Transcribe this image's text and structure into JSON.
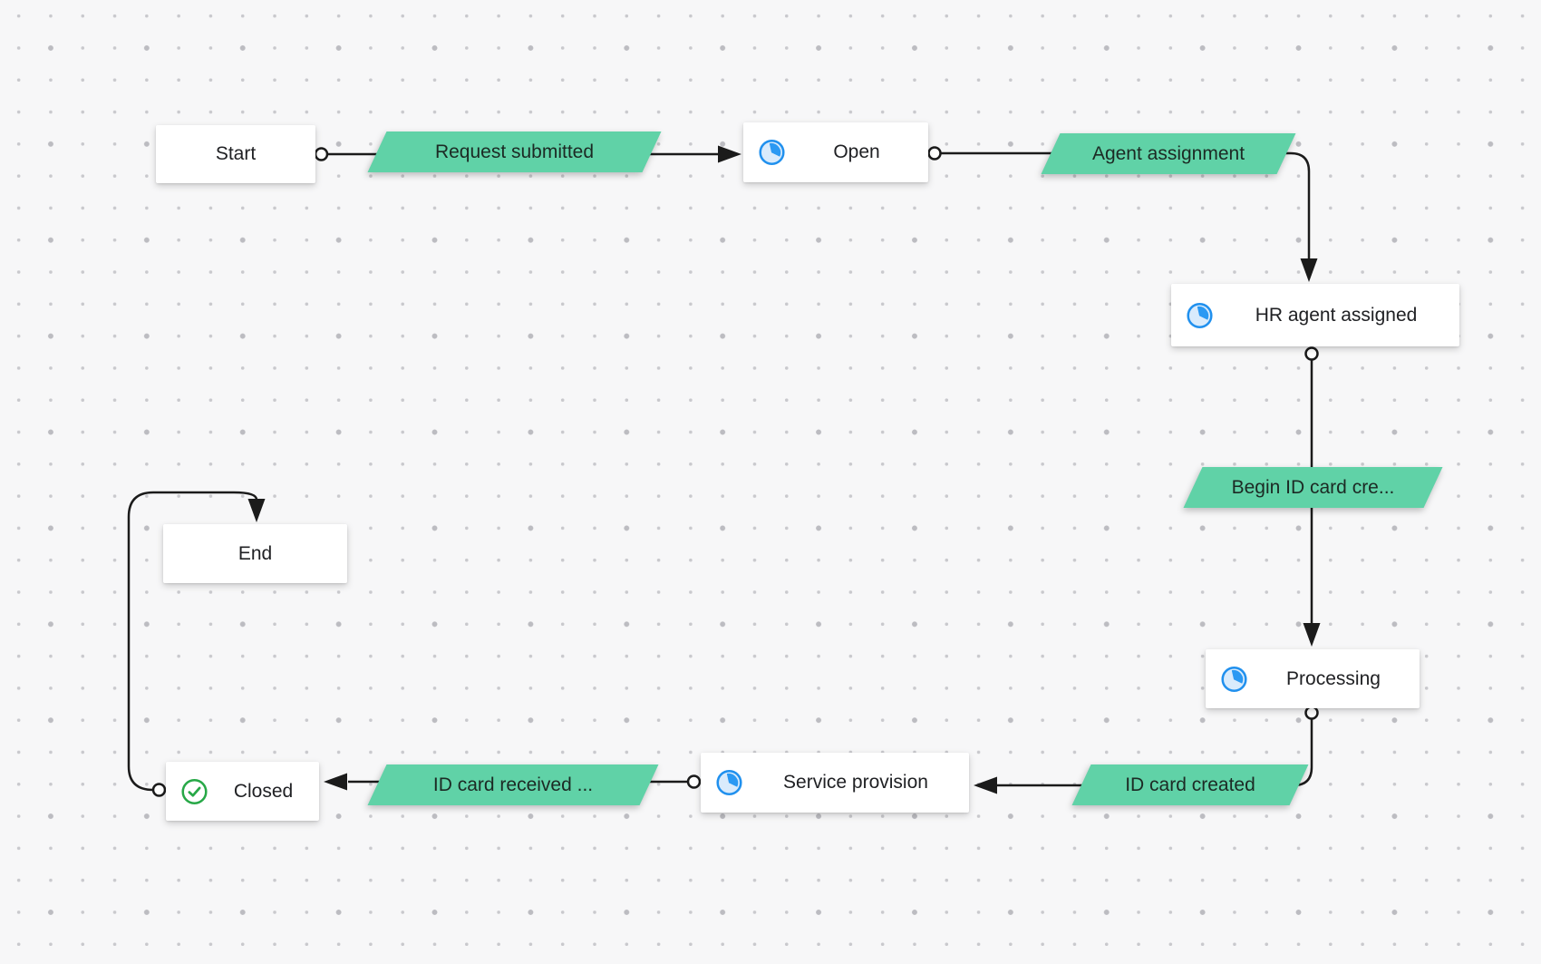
{
  "diagram": {
    "type": "workflow state flow",
    "states": {
      "start": {
        "label": "Start"
      },
      "open": {
        "label": "Open",
        "icon": "in-progress-icon"
      },
      "hr_agent_assigned": {
        "label": "HR agent assigned",
        "icon": "in-progress-icon"
      },
      "processing": {
        "label": "Processing",
        "icon": "in-progress-icon"
      },
      "service_provision": {
        "label": "Service provision",
        "icon": "in-progress-icon"
      },
      "closed": {
        "label": "Closed",
        "icon": "check-circle-icon"
      },
      "end": {
        "label": "End"
      }
    },
    "transitions": {
      "request_submitted": {
        "label": "Request submitted",
        "from": "Start",
        "to": "Open"
      },
      "agent_assignment": {
        "label": "Agent assignment",
        "from": "Open",
        "to": "HR agent assigned"
      },
      "begin_id_card": {
        "label": "Begin ID card cre...",
        "from": "HR agent assigned",
        "to": "Processing"
      },
      "id_card_created": {
        "label": "ID card created",
        "from": "Processing",
        "to": "Service provision"
      },
      "id_card_received": {
        "label": "ID card received ...",
        "from": "Service provision",
        "to": "Closed"
      },
      "closed_to_end": {
        "label": "",
        "from": "Closed",
        "to": "End"
      }
    },
    "colors": {
      "canvas_background": "#f7f7f8",
      "grid_dot": "#c9c9cd",
      "transition_green": "#60d2a7",
      "wire_black": "#1b1b1b",
      "in_progress_blue": "#2090ee",
      "in_progress_fill": "#d9ebfc",
      "closed_green": "#27a847",
      "node_white": "#ffffff",
      "text_dark": "#202124"
    }
  }
}
